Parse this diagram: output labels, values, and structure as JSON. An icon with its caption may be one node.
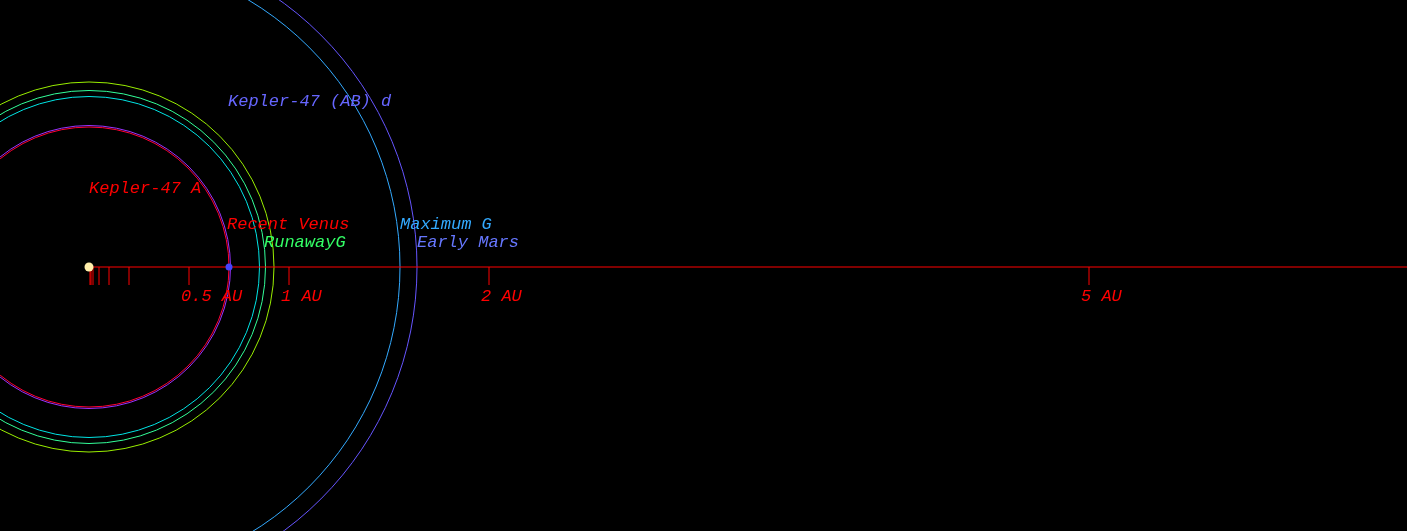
{
  "diagram": {
    "labels": [
      "Kepler-47 (AB) d",
      "Kepler-47 A",
      "Recent Venus",
      "Maximum G",
      "RunawayG",
      "Early Mars",
      "0.5 AU",
      "1 AU",
      "2 AU",
      "5 AU"
    ]
  }
}
